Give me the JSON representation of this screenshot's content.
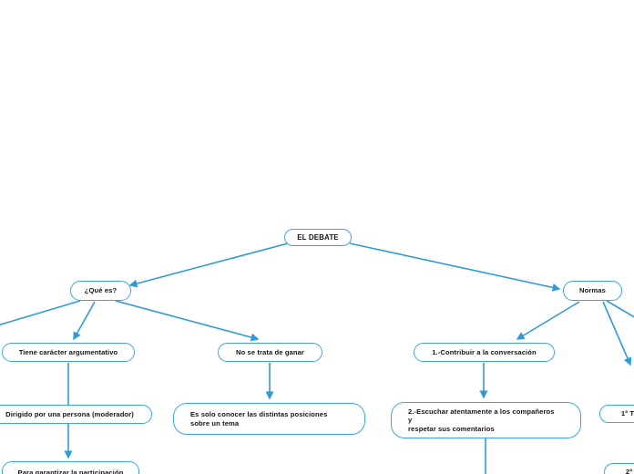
{
  "diagram": {
    "title": "EL DEBATE",
    "accent_color": "#2e9bd9",
    "node_border_color": "#41a5dd",
    "node_fill_color": "#ffffff",
    "text_color": "#141414",
    "nodes": {
      "root": {
        "label": "EL DEBATE"
      },
      "que_es": {
        "label": "¿Qué es?"
      },
      "normas": {
        "label": "Normas"
      },
      "argumentativo": {
        "label": "Tiene carácter argumentativo"
      },
      "no_ganar": {
        "label": "No se trata de ganar"
      },
      "contribuir": {
        "label": "1.-Contribuir a la conversación"
      },
      "dirigido": {
        "label": "Dirigido por una persona (moderador)"
      },
      "es_solo": {
        "label": "Es solo conocer las distintas posiciones\nsobre un tema"
      },
      "escuchar": {
        "label": "2.-Escuchar atentamente a los compañeros\ny\nrespetar sus comentarios"
      },
      "garantizar": {
        "label": "Para garantizar la participación"
      },
      "turno1": {
        "label": "1º T"
      },
      "turno2": {
        "label": "2º T"
      }
    },
    "edges": [
      {
        "from": "root",
        "to": "que_es"
      },
      {
        "from": "root",
        "to": "normas"
      },
      {
        "from": "que_es",
        "to": "offscreen-left"
      },
      {
        "from": "que_es",
        "to": "argumentativo"
      },
      {
        "from": "que_es",
        "to": "no_ganar"
      },
      {
        "from": "normas",
        "to": "contribuir"
      },
      {
        "from": "normas",
        "to": "offscreen-right"
      },
      {
        "from": "normas",
        "to": "turno1"
      },
      {
        "from": "argumentativo",
        "to": "garantizar"
      },
      {
        "from": "no_ganar",
        "to": "es_solo"
      },
      {
        "from": "contribuir",
        "to": "escuchar"
      },
      {
        "from": "escuchar",
        "to": "offscreen-bottom"
      }
    ]
  }
}
